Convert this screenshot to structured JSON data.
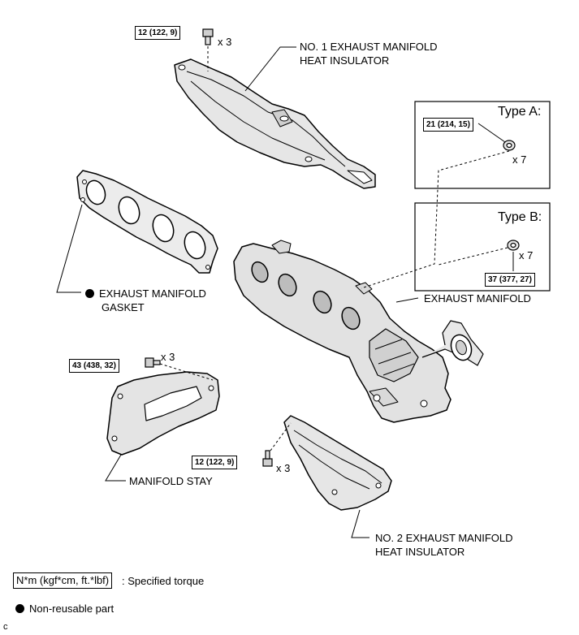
{
  "torque_specs": {
    "bolt_insulator1": "12 (122, 9)",
    "nut_type_a": "21 (214, 15)",
    "nut_type_b": "37 (377, 27)",
    "bolt_stay": "43 (438, 32)",
    "bolt_insulator2": "12 (122, 9)"
  },
  "quantities": {
    "insulator1_bolts": "x 3",
    "type_a_nuts": "x 7",
    "type_b_nuts": "x 7",
    "stay_bolts": "x 3",
    "insulator2_bolts": "x 3"
  },
  "types": {
    "a": "Type A:",
    "b": "Type B:"
  },
  "labels": {
    "insulator1": [
      "NO. 1 EXHAUST MANIFOLD",
      "HEAT INSULATOR"
    ],
    "gasket": [
      "EXHAUST MANIFOLD",
      "GASKET"
    ],
    "manifold": "EXHAUST MANIFOLD",
    "stay": "MANIFOLD STAY",
    "insulator2": [
      "NO. 2 EXHAUST MANIFOLD",
      "HEAT INSULATOR"
    ]
  },
  "legend": {
    "torque_unit": "N*m (kgf*cm, ft.*lbf)",
    "torque_desc": ": Specified torque",
    "nonreusable": "Non-reusable part"
  },
  "figure_code": "c"
}
